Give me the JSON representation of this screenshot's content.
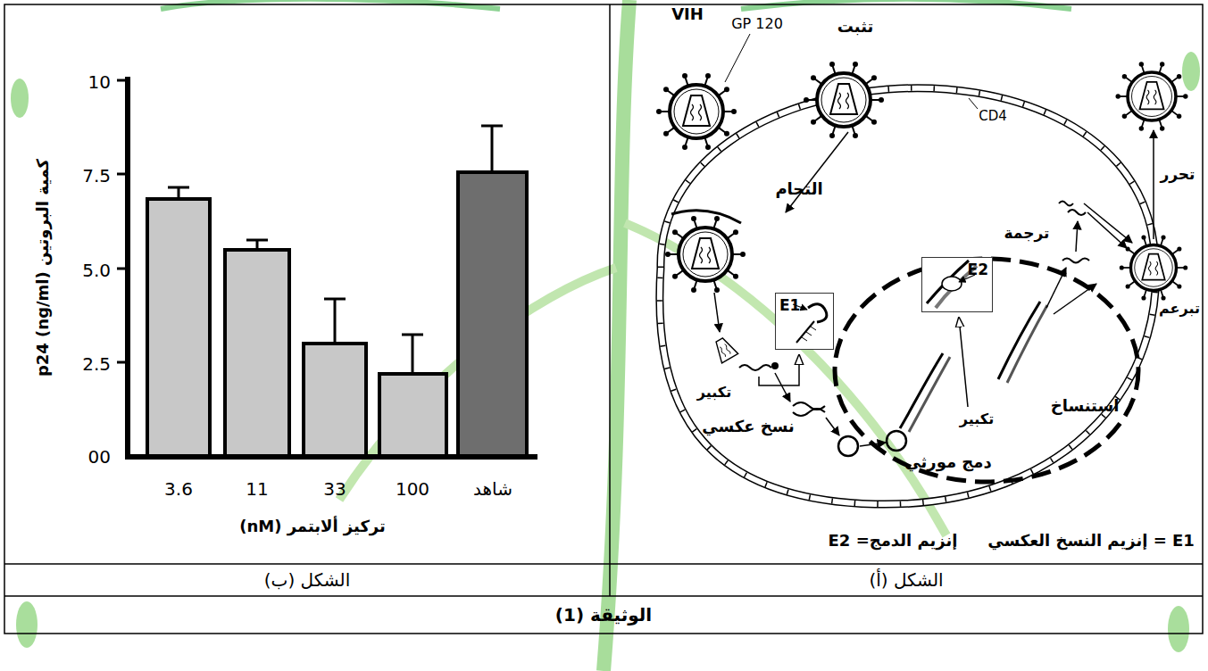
{
  "diagram": {
    "caption": "الوثيقة (1)",
    "nodes": [
      {
        "text": [
          "E1"
        ]
      },
      {
        "text": [
          "E2"
        ]
      }
    ],
    "labels": [
      "VIH",
      "GP 120",
      "تثبت",
      "CD4",
      "تحرر",
      "التحام",
      "تبرعم",
      "ترجمة",
      "تكبير",
      "نسخ عكسي",
      "تكبير",
      "استنساخ",
      "دمج مورثي",
      "E1 = إنزيم النسخ العكسي",
      "E2 =إنزيم الدمج",
      "كمية البروتين p24 (ng/ml)",
      "10",
      "7.5",
      "5.0",
      "2.5",
      "00",
      "3.6",
      "11",
      "33",
      "100",
      "شاهد",
      "تركيز ألابتمر (nM)",
      "الشكل (ب)",
      "الشكل (أ)"
    ]
  }
}
